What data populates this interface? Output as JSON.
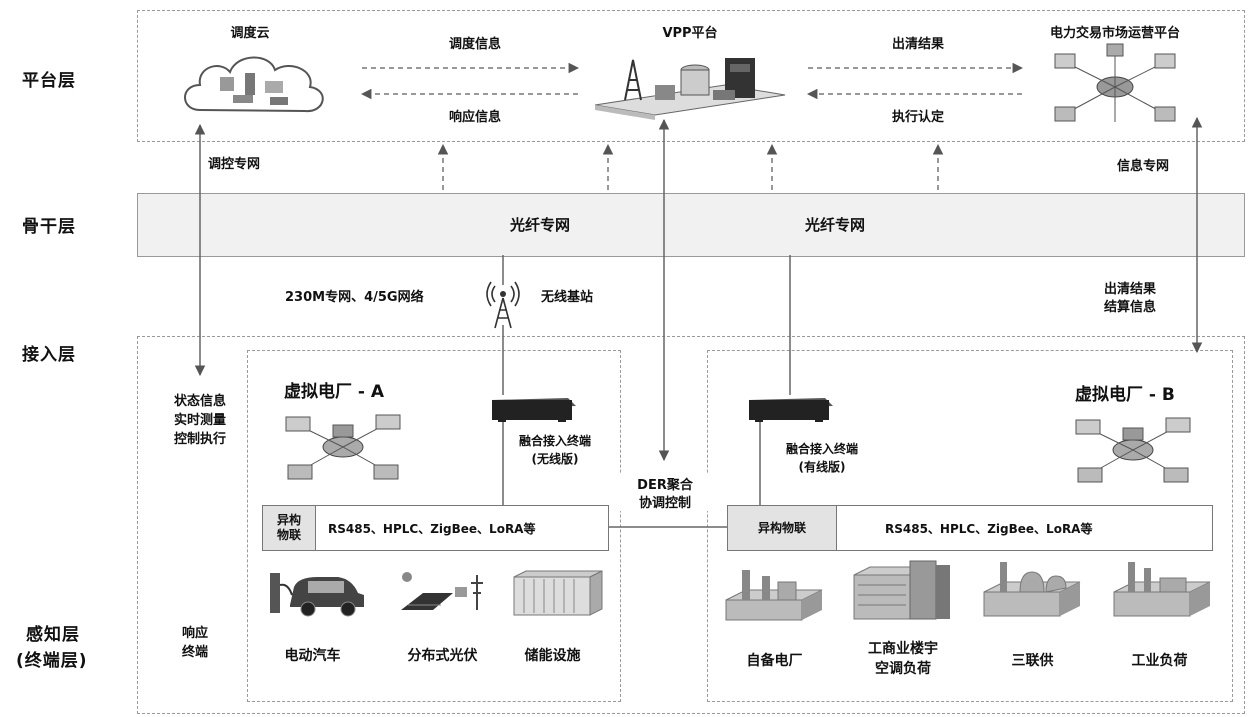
{
  "layers": {
    "platform": "平台层",
    "backbone": "骨干层",
    "access": "接入层",
    "perception_line1": "感知层",
    "perception_line2": "(终端层)"
  },
  "platform": {
    "dispatch_cloud": "调度云",
    "vpp": "VPP平台",
    "market": "电力交易市场运营平台",
    "dispatch_info": "调度信息",
    "response_info": "响应信息",
    "clearing_result": "出清结果",
    "exec_confirm": "执行认定"
  },
  "networks": {
    "control_net": "调控专网",
    "info_net": "信息专网",
    "fiber_left": "光纤专网",
    "fiber_right": "光纤专网",
    "wireless_nets": "230M专网、4/5G网络",
    "base_station": "无线基站",
    "clearing_line1": "出清结果",
    "clearing_line2": "结算信息"
  },
  "access": {
    "status_line1": "状态信息",
    "status_line2": "实时测量",
    "status_line3": "控制执行",
    "response_line1": "响应",
    "response_line2": "终端",
    "der_line1": "DER聚合",
    "der_line2": "协调控制"
  },
  "vpp_a": {
    "title": "虚拟电厂 - A",
    "terminal_line1": "融合接入终端",
    "terminal_line2": "(无线版)",
    "hetero_line1": "异构",
    "hetero_line2": "物联",
    "protocols": "RS485、HPLC、ZigBee、LoRA等",
    "devices": [
      "电动汽车",
      "分布式光伏",
      "储能设施"
    ]
  },
  "vpp_b": {
    "title": "虚拟电厂 - B",
    "terminal_line1": "融合接入终端",
    "terminal_line2": "(有线版)",
    "hetero_label": "异构物联",
    "protocols": "RS485、HPLC、ZigBee、LoRA等",
    "devices": [
      {
        "line1": "自备电厂",
        "line2": ""
      },
      {
        "line1": "工商业楼宇",
        "line2": "空调负荷"
      },
      {
        "line1": "三联供",
        "line2": ""
      },
      {
        "line1": "工业负荷",
        "line2": ""
      }
    ]
  }
}
